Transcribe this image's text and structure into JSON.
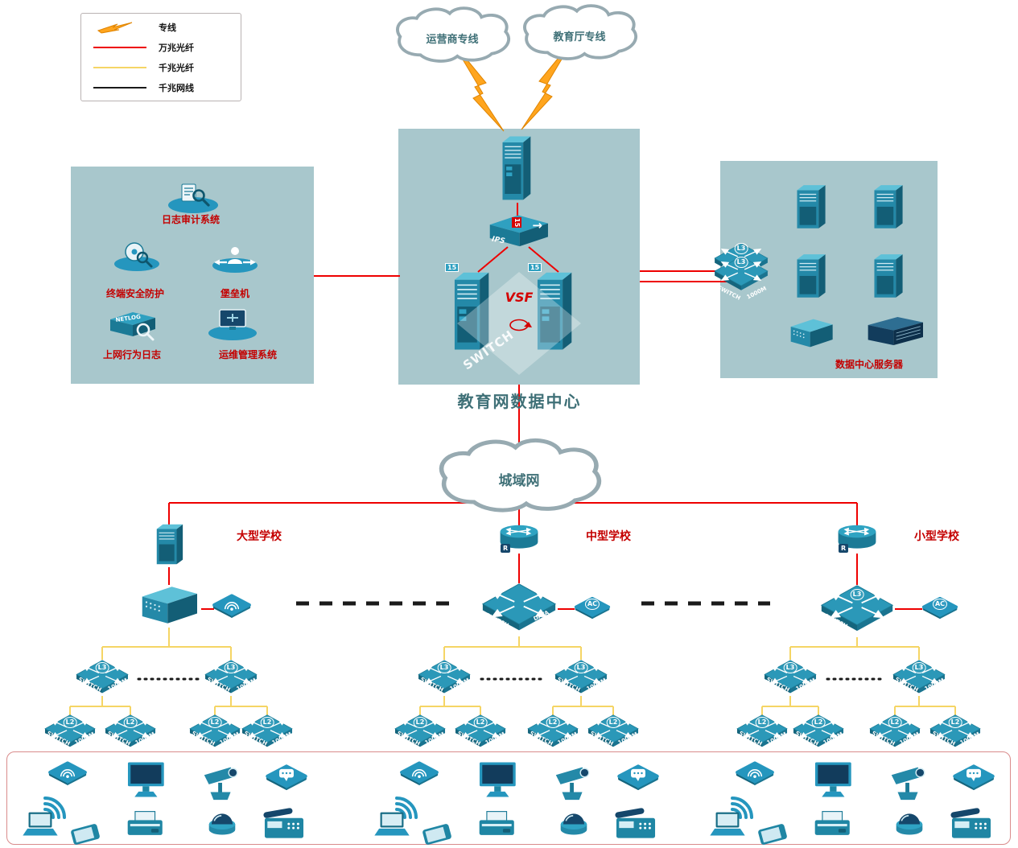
{
  "legend": {
    "items": [
      {
        "label": "专线"
      },
      {
        "label": "万兆光纤"
      },
      {
        "label": "千兆光纤"
      },
      {
        "label": "千兆网线"
      }
    ]
  },
  "clouds": {
    "carrier": "运营商专线",
    "education": "教育厅专线",
    "metro": "城域网"
  },
  "datacenter": {
    "title": "教育网数据中心",
    "ips_label": "IPS",
    "ips_display": "15",
    "server_tag": "15",
    "vsf_label": "VSF",
    "watermark": "SWITCH"
  },
  "security_panel": {
    "items": [
      "日志审计系统",
      "终端安全防护",
      "堡垒机",
      "上网行为日志",
      "运维管理系统"
    ],
    "netlog_text": "NETLOG"
  },
  "server_panel": {
    "title": "数据中心服务器"
  },
  "schools": {
    "large": "大型学校",
    "medium": "中型学校",
    "small": "小型学校"
  },
  "badges": {
    "l3": "L3",
    "l2": "L2",
    "ac": "AC",
    "router": "R"
  },
  "switch_text": {
    "line1": "SWITCH",
    "speed": "1000M",
    "dc_line1": "DATA",
    "dc_line2": "CENTER"
  }
}
